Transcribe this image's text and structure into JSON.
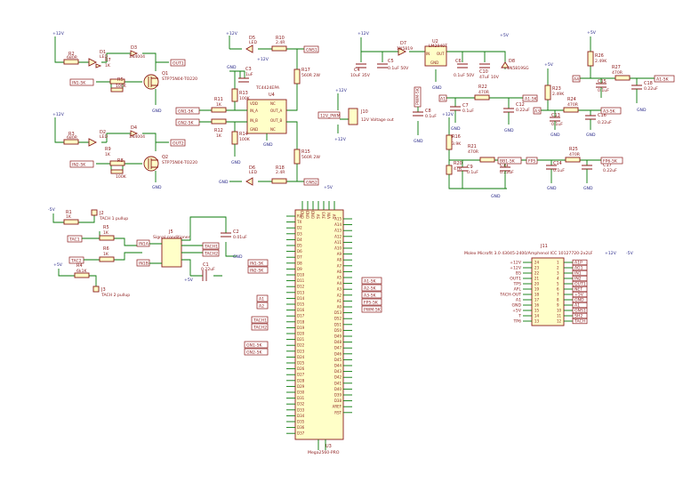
{
  "power": {
    "p12v": "+12V",
    "p5v": "+5V",
    "n5v": "-5V",
    "gnd": "GND"
  },
  "driver": {
    "r2": "R2",
    "r2v": "680R",
    "d1": "D1",
    "d1v": "LED",
    "d3": "D3",
    "d3v": "1N4004",
    "r7": "R7",
    "r7v": "1K",
    "r5": "R5",
    "r5v": "100K",
    "q1": "Q1",
    "q1v": "STP75N04-TO220",
    "r3": "R3",
    "r3v": "680R",
    "d2": "D2",
    "d2v": "LED",
    "d4": "D4",
    "d4v": "1N4004",
    "r9": "R9",
    "r9v": "1K",
    "r8": "R8",
    "r8v": "100K",
    "q2": "Q2",
    "q2v": "STP75N04-TO220",
    "in1": "IN1-5K",
    "in2": "IN2-5K",
    "out1": "OUT1",
    "out2": "OUT2"
  },
  "inverter": {
    "d5": "D5",
    "d5v": "LED",
    "d6": "D6",
    "d6v": "LED",
    "r10": "R10",
    "r10v": "2.4R",
    "r18": "R18",
    "r18v": "2.4R",
    "c3": "C3",
    "c3v": "1uF",
    "r13": "R13",
    "r13v": "100K",
    "r14": "R14",
    "r14v": "100K",
    "r11": "R11",
    "r11v": "1K",
    "r12": "R12",
    "r12v": "1K",
    "u4": "U4",
    "u4v": "TC4424EPA",
    "r17": "R17",
    "r17v": "560R 2W",
    "r15": "R15",
    "r15v": "560R 2W",
    "gn1": "GN1-5K",
    "gn2": "GN2-5K",
    "gns1": "GNS1",
    "gns2": "GNS2",
    "pins": [
      "VDD",
      "IN_A",
      "IN_B",
      "GND",
      "OUT_A",
      "OUT_B",
      "NC",
      "NC"
    ]
  },
  "fan": {
    "j10": "J10",
    "j10v": "12V Voltage out",
    "pwm": "12V_PWM",
    "p12": "+12V"
  },
  "reg": {
    "c4": "C4",
    "c4v": "10uF 35V",
    "c5": "C5",
    "c5v": "0.1uF 50V",
    "d7": "D7",
    "d7v": "1N5819",
    "u2": "U2",
    "u2v": "LM2940T",
    "c6": "C6",
    "c6v": "0.1uF 50V",
    "c10": "C10",
    "c10v": "47uF 10V",
    "d8": "D8",
    "d8v": "1N5819SG",
    "in": "IN",
    "out": "OUT",
    "gnd": "GND"
  },
  "filter": {
    "pwm5": "PWM-5K",
    "c8": "C8",
    "c8v": "0.1uF",
    "r22": "R22",
    "r22v": "470R",
    "c7": "C7",
    "c7v": "0.1uF",
    "c12": "C12",
    "c12v": "0.22uF",
    "r24": "R24",
    "r24v": "470R",
    "r23": "R23",
    "r23v": "2.49K",
    "c13": "C13",
    "c13v": "0.1uF",
    "c16": "C16",
    "c16v": "0.22uF",
    "r26": "R26",
    "r26v": "2.49K",
    "c15": "C15",
    "c15v": "0.1uF",
    "r27": "R27",
    "r27v": "470R",
    "c18": "C18",
    "c18v": "0.22uF",
    "r21": "R21",
    "r21v": "470R",
    "r25": "R25",
    "r25v": "470R",
    "r16": "R16",
    "r16v": "3.9K",
    "r20": "R20",
    "r20v": "47R",
    "c9": "C9",
    "c9v": "0.1uF",
    "c11": "C11",
    "c11v": "0.22uF",
    "c14": "C14",
    "c14v": "0.1uF",
    "c17": "C17",
    "c17v": "0.22uF",
    "nets": [
      "A1",
      "A2",
      "A3",
      "A4",
      "A1-5K",
      "A2-5K",
      "A3-5K",
      "FA1",
      "B5",
      "BB1-5K",
      "FP5",
      "FP6-5K",
      "OUT1",
      "A1-5K"
    ]
  },
  "tach": {
    "r1": "R1",
    "r1v": "1K",
    "j2": "J2",
    "j2v": "TACH 1 pullup",
    "r6": "R6",
    "r6v": "1K",
    "r5b": "R5",
    "r5bv": "1K",
    "r4": "R4",
    "r4v": "6k1K",
    "j3": "J3",
    "j3v": "TACH 2 pullup",
    "j5": "J5",
    "j5v": "Signal conditioner",
    "c2": "C2",
    "c2v": "0.01uF",
    "c1": "C1",
    "c1v": "0.22uF",
    "tac1": "TAC1",
    "tac2": "TAC2",
    "tach1": "TACH1",
    "tach2": "TACH2",
    "ina": "IN1A",
    "inb": "IN1B"
  },
  "mcu": {
    "u3": "U3",
    "u3v": "Mega2560-PRO",
    "left": [
      "RX",
      "TX",
      "D2",
      "D3",
      "D4",
      "D5",
      "D6",
      "D7",
      "D8",
      "D9",
      "D10",
      "D11",
      "D12",
      "D13",
      "D14",
      "D15",
      "D16",
      "D17",
      "D18",
      "D19",
      "D20",
      "D21",
      "D22",
      "D23",
      "D24",
      "D25",
      "D26",
      "D27",
      "D28",
      "D29",
      "D30",
      "D31",
      "D32",
      "D33",
      "D34",
      "D35",
      "D36",
      "D37"
    ],
    "right": [
      "A15",
      "A14",
      "A13",
      "A12",
      "A11",
      "A10",
      "A9",
      "A8",
      "A7",
      "A6",
      "A5",
      "A4",
      "A3",
      "A2",
      "A1",
      "A0",
      "D53",
      "D52",
      "D51",
      "D50",
      "D49",
      "D48",
      "D47",
      "D46",
      "D45",
      "D44",
      "D43",
      "D42",
      "D41",
      "D40",
      "D39",
      "D38",
      "AREF",
      "RST"
    ],
    "top": [
      "GND",
      "GND",
      "GND",
      "5V",
      "3V3",
      "VIN",
      "5V"
    ],
    "nets_left": [
      "IN1-5K",
      "IN2-5K",
      "A1",
      "A2",
      "TACH1",
      "TACH2",
      "GN1-5K",
      "GN2-5K"
    ],
    "nets_right": [
      "A1-5K",
      "A2-5K",
      "A3-5K",
      "FP5-5K",
      "PWM-5K"
    ]
  },
  "conn": {
    "j11": "J11",
    "j11v": "Molex Microfit 3.0 43045-2400/Amphenol ICC 10127720-2x2LF",
    "left": [
      "+12V",
      "+12V",
      "B5",
      "OUT1",
      "TPS",
      "AFL",
      "TACH-OUT",
      "A1",
      "GND",
      "+5V",
      "T",
      "TP6"
    ],
    "right": [
      "A1P",
      "AG1",
      "IN1",
      "IN2",
      "OUT1",
      "NET",
      "+5V",
      "GND",
      "A1",
      "GNS1",
      "SH2",
      "TACH"
    ],
    "pin_l": [
      "24",
      "23",
      "22",
      "21",
      "20",
      "19",
      "18",
      "17",
      "16",
      "15",
      "14",
      "13"
    ],
    "pin_r": [
      "1",
      "2",
      "3",
      "4",
      "5",
      "6",
      "7",
      "8",
      "9",
      "10",
      "11",
      "12"
    ]
  }
}
